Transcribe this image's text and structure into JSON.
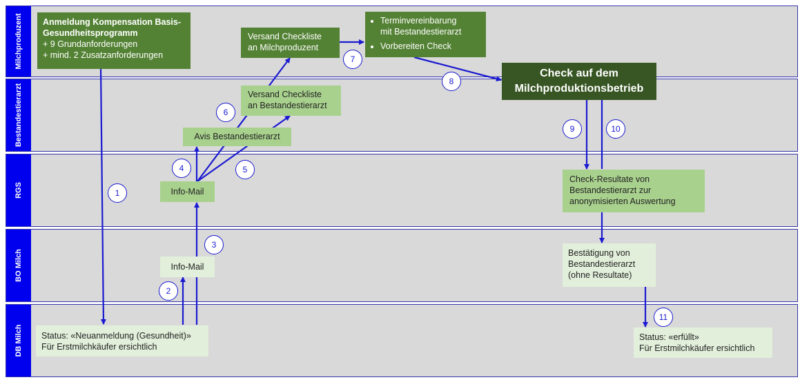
{
  "lanes": [
    {
      "label": "Milchproduzent"
    },
    {
      "label": "Bestandestierarzt"
    },
    {
      "label": "RGS"
    },
    {
      "label": "BO Milch"
    },
    {
      "label": "DB Milch"
    }
  ],
  "boxes": {
    "anmeldung": {
      "title_lines": [
        "Anmeldung Kompensation Basis-",
        "Gesundheitsprogramm"
      ],
      "lines": [
        "+ 9 Grundanforderungen",
        "+ mind. 2 Zusatzanforderungen"
      ]
    },
    "versand_milchproduzent": {
      "lines": [
        "Versand Checkliste",
        "an Milchproduzent"
      ]
    },
    "termin": {
      "bullets": [
        "Terminvereinbarung",
        "mit Bestandestierarzt",
        "Vorbereiten Check"
      ]
    },
    "check": {
      "lines": [
        "Check auf dem",
        "Milchproduktionsbetrieb"
      ]
    },
    "versand_tierarzt": {
      "lines": [
        "Versand Checkliste",
        "an Bestandestierarzt"
      ]
    },
    "avis": {
      "lines": [
        "Avis Bestandestierarzt"
      ]
    },
    "info_mail_rgs": {
      "lines": [
        "Info-Mail"
      ]
    },
    "check_resultate": {
      "lines": [
        "Check-Resultate von",
        "Bestandestierarzt zur",
        "anonymisierten Auswertung"
      ]
    },
    "info_mail_bo": {
      "lines": [
        "Info-Mail"
      ]
    },
    "bestaetigung": {
      "lines": [
        "Bestätigung von",
        "Bestandestierarzt",
        "(ohne Resultate)"
      ]
    },
    "status_neuanmeldung": {
      "lines": [
        "Status: «Neuanmeldung (Gesundheit)»",
        "Für Erstmilchkäufer ersichtlich"
      ]
    },
    "status_erfuellt": {
      "lines": [
        "Status: «erfüllt»",
        "Für Erstmilchkäufer ersichtlich"
      ]
    }
  },
  "steps": [
    "1",
    "2",
    "3",
    "4",
    "5",
    "6",
    "7",
    "8",
    "9",
    "10",
    "11"
  ],
  "colors": {
    "lane_label": "#0000ee",
    "arrow": "#1a1ad0",
    "dark_green": "#548235",
    "darker_green": "#375623",
    "mid_green": "#a9d18e",
    "light_green": "#e2efda",
    "lane_bg": "#d9d9d9"
  }
}
